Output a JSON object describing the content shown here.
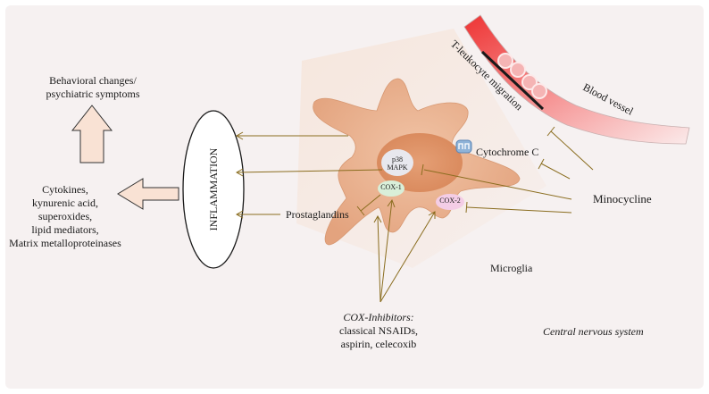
{
  "labels": {
    "behavioral_line1": "Behavioral changes/",
    "behavioral_line2": "psychiatric symptoms",
    "cytokines_lines": [
      "Cytokines,",
      "kynurenic acid,",
      "superoxides,",
      "lipid mediators,",
      "Matrix metalloproteinases"
    ],
    "inflammation": "INFLAMMATION",
    "prostaglandins": "Prostaglandins",
    "p38_line1": "p38",
    "p38_line2": "MAPK",
    "cox1": "COX-1",
    "cox2": "COX-2",
    "cytochrome_c": "Cytochrome C",
    "minocycline": "Minocycline",
    "microglia": "Microglia",
    "t_leukocyte": "T-leukocyte migration",
    "blood_vessel": "Blood vessel",
    "cox_inhibitors_title": "COX-Inhibitors:",
    "cox_inhibitors_line2": "classical NSAIDs,",
    "cox_inhibitors_line3": "aspirin, celecoxib",
    "cns": "Central nervous system"
  },
  "colors": {
    "background_panel": "#f6f1f1",
    "arrow": "#8a6d1f",
    "up_arrow_fill": "#f9e2d4",
    "vessel_red": "#f04848",
    "microglia_fill": "#e6aa86"
  }
}
